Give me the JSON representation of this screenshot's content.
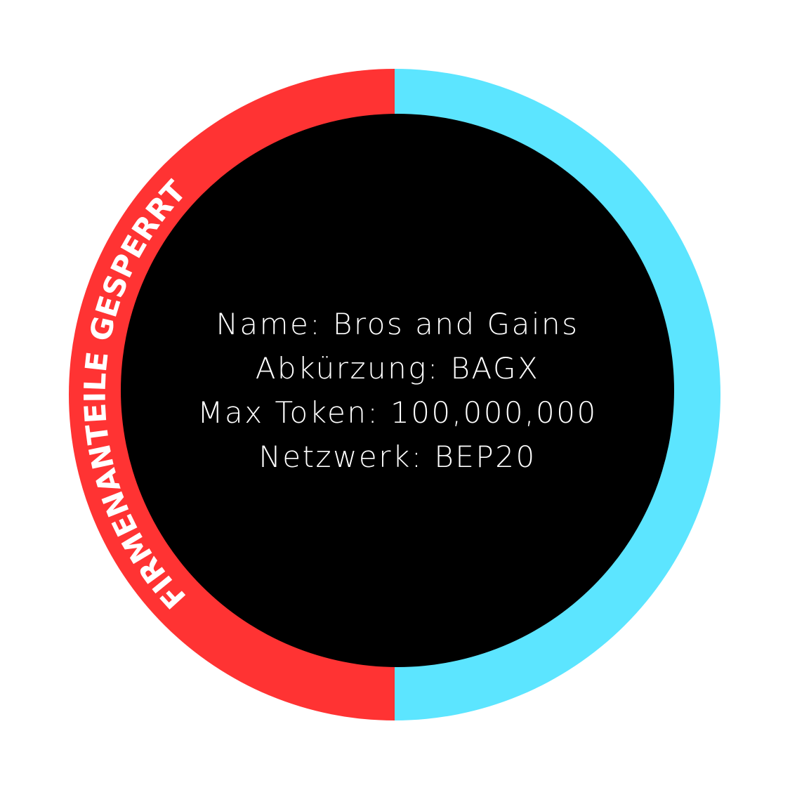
{
  "chart_data": {
    "type": "pie",
    "style": "donut",
    "categories": [
      "FIRMENANTEILE GESPERRT",
      ""
    ],
    "values": [
      50,
      50
    ],
    "colors": [
      "#FF3333",
      "#5CE5FF"
    ],
    "center_color": "#000000",
    "slice_labels": [
      "FIRMENANTEILE GESPERRT"
    ]
  },
  "info": {
    "lines": [
      "Name: Bros and Gains",
      "Abkürzung: BAGX",
      "Max Token: 100,000,000",
      "Netzwerk: BEP20"
    ]
  }
}
